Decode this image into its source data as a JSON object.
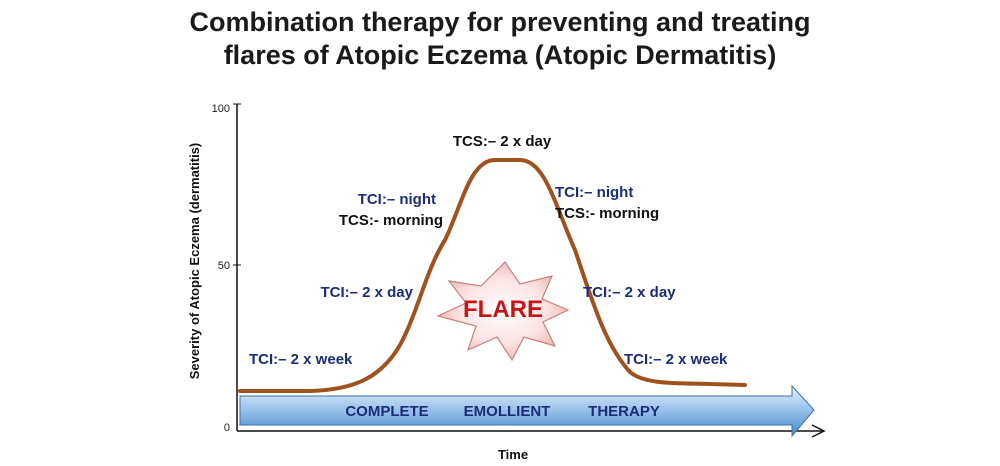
{
  "title": {
    "line1": "Combination therapy for preventing and treating",
    "line2": "flares of Atopic Eczema (Atopic Dermatitis)"
  },
  "axes": {
    "ylabel": "Severity of Atopic Eczema (dermatitis)",
    "xlabel": "Time",
    "y_ticks": [
      "100",
      "50",
      "0"
    ]
  },
  "labels": {
    "tcs_peak": "TCS:– 2 x day",
    "left_night": "TCI:– night",
    "left_morning": "TCS:- morning",
    "right_night": "TCI:– night",
    "right_morning": "TCS:- morning",
    "left_2xday": "TCI:– 2 x day",
    "right_2xday": "TCI:– 2 x day",
    "left_2xweek": "TCI:– 2 x week",
    "right_2xweek": "TCI:– 2 x week",
    "flare": "FLARE"
  },
  "therapy_band": {
    "word1": "COMPLETE",
    "word2": "EMOLLIENT",
    "word3": "THERAPY"
  },
  "colors": {
    "curve": "#a0521e",
    "blue_text": "#1b2c78",
    "black_text": "#111111",
    "flare_text": "#c81414",
    "arrow_fill_top": "#d6e8fa",
    "arrow_fill_bottom": "#5b9bd5"
  }
}
